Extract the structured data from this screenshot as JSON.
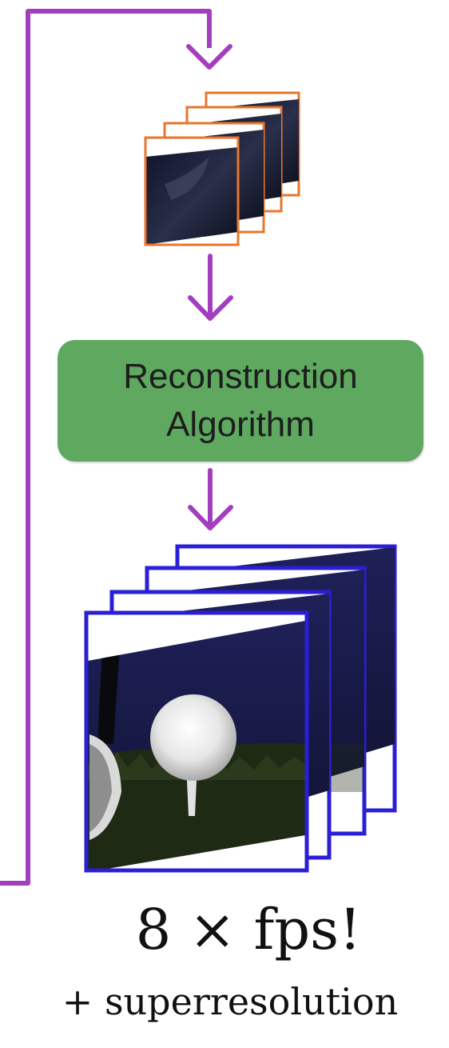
{
  "colors": {
    "feedback_loop": "#a33fbf",
    "coded_frame_border": "#e8762d",
    "output_frame_border": "#2b1fd6",
    "algorithm_box_fill": "#5ea860",
    "frame_sky": "#19193f",
    "frame_grass": "#1f2a14"
  },
  "icons": {
    "coded_frames": "coded-frame-stack",
    "output_frames": "reconstructed-frame-stack",
    "golf_ball": "golf-ball-on-tee"
  },
  "algorithm_box": {
    "line1": "Reconstruction",
    "line2": "Algorithm"
  },
  "caption": {
    "main": "8 × fps!",
    "sub": "+ superresolution"
  }
}
